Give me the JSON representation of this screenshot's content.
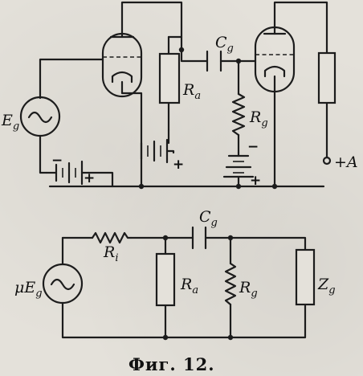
{
  "figure": {
    "caption": "Фиг. 12."
  },
  "circuit_top": {
    "source": {
      "symbol": "E",
      "sub": "g"
    },
    "capacitor": {
      "symbol": "C",
      "sub": "g"
    },
    "anode_resistor": {
      "symbol": "R",
      "sub": "a"
    },
    "grid_resistor": {
      "symbol": "R",
      "sub": "g"
    },
    "supply_terminal": "+A",
    "polarity": {
      "plus": "+",
      "minus": "−"
    }
  },
  "circuit_bottom": {
    "source": {
      "prefix": "μ",
      "symbol": "E",
      "sub": "g"
    },
    "series_resistor": {
      "symbol": "R",
      "sub": "i"
    },
    "capacitor": {
      "symbol": "C",
      "sub": "g"
    },
    "anode_resistor": {
      "symbol": "R",
      "sub": "a"
    },
    "grid_resistor": {
      "symbol": "R",
      "sub": "g"
    },
    "load": {
      "symbol": "Z",
      "sub": "g"
    }
  },
  "colors": {
    "ink": "#1c1c1c",
    "paper": "#e4e1da"
  }
}
